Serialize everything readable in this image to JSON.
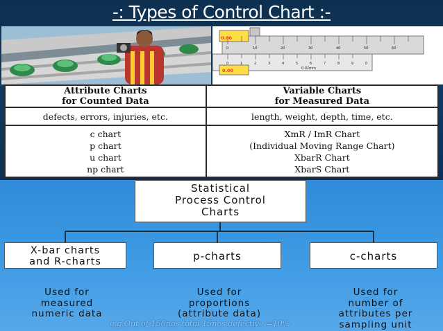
{
  "title": "-: Types of Control Chart :-",
  "caliper": {
    "top_reading": "0.00",
    "bottom_reading": "0.00",
    "resolution": "0.02mm",
    "main_scale": [
      "0",
      "10",
      "20",
      "30",
      "40",
      "50",
      "60"
    ],
    "vernier_scale": [
      "0",
      "1",
      "2",
      "3",
      "4",
      "5",
      "6",
      "7",
      "8",
      "9",
      "0"
    ]
  },
  "table": {
    "attribute": {
      "heading_line1": "Attribute Charts",
      "heading_line2": "for Counted Data",
      "examples": "defects, errors, injuries, etc.",
      "charts": [
        "c chart",
        "p chart",
        "u chart",
        "np chart"
      ]
    },
    "variable": {
      "heading_line1": "Variable Charts",
      "heading_line2": "for Measured Data",
      "examples": "length, weight, depth, time, etc.",
      "charts": [
        "XmR / ImR Chart",
        "(Individual Moving Range Chart)",
        "XbarR Chart",
        "XbarS Chart"
      ]
    }
  },
  "diagram": {
    "root": [
      "Statistical",
      "Process Control",
      "Charts"
    ],
    "children": [
      {
        "label": [
          "X-bar charts",
          "and R-charts"
        ],
        "description": [
          "Used for",
          "measured",
          "numeric data"
        ]
      },
      {
        "label": [
          "p-charts"
        ],
        "description": [
          "Used for",
          "proportions",
          "(attribute data)"
        ]
      },
      {
        "label": [
          "c-charts"
        ],
        "description": [
          "Used for",
          "number of",
          "attributes per",
          "sampling unit"
        ]
      }
    ],
    "example_note": "e.g.Out of 150nos total 15nos defective =10%"
  }
}
